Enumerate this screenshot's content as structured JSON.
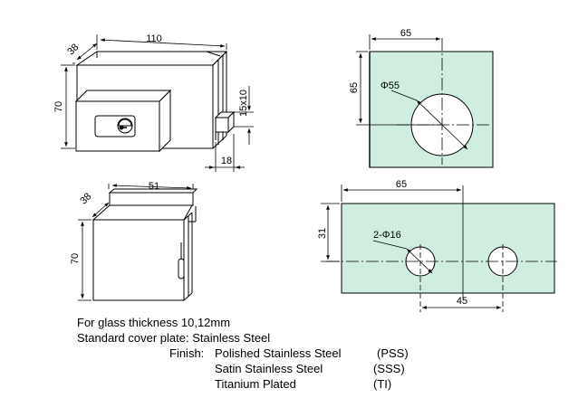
{
  "colors": {
    "glass": "#cfeee0",
    "line": "#000000",
    "center": "#555555"
  },
  "lock_front": {
    "dim_width": "110",
    "dim_depth": "38",
    "dim_height": "70",
    "dim_latch": "15x10",
    "dim_latch_depth": "18"
  },
  "lock_back": {
    "dim_depth": "38",
    "dim_width": "51",
    "dim_height": "70"
  },
  "glass_top": {
    "dim_offset_x": "65",
    "dim_offset_y": "65",
    "dim_hole": "Φ55"
  },
  "glass_bottom": {
    "dim_offset_x": "65",
    "dim_offset_y": "31",
    "dim_holes": "2-Φ16",
    "dim_spacing": "45"
  },
  "specs": {
    "line1": "For glass thickness 10,12mm",
    "line2": "Standard cover plate: Stainless Steel",
    "finish_label": "Finish:",
    "finishes": [
      {
        "name": "Polished Stainless Steel",
        "code": "(PSS)"
      },
      {
        "name": "Satin Stainless Steel",
        "code": "(SSS)"
      },
      {
        "name": "Titanium Plated",
        "code": "(TI)"
      }
    ]
  }
}
